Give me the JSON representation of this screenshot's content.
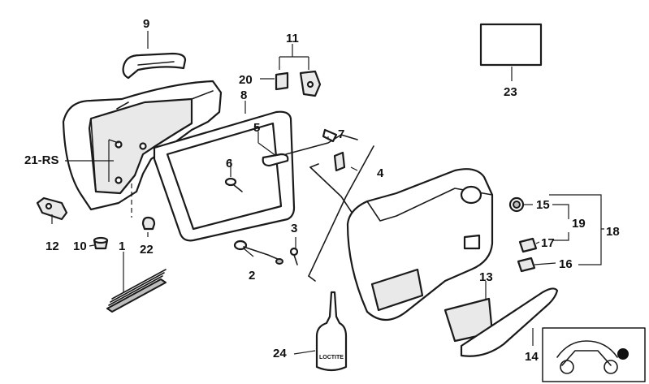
{
  "diagram": {
    "callouts": {
      "c1": "1",
      "c2": "2",
      "c3": "3",
      "c4": "4",
      "c5": "5",
      "c6": "6",
      "c7": "7",
      "c8": "8",
      "c9": "9",
      "c10": "10",
      "c11": "11",
      "c12": "12",
      "c13": "13",
      "c14": "14",
      "c15": "15",
      "c16": "16",
      "c17": "17",
      "c18": "18",
      "c19": "19",
      "c20": "20",
      "c21": "21-RS",
      "c22": "22",
      "c23": "23",
      "c24": "24"
    },
    "bottle_label": "LOCTITE"
  }
}
